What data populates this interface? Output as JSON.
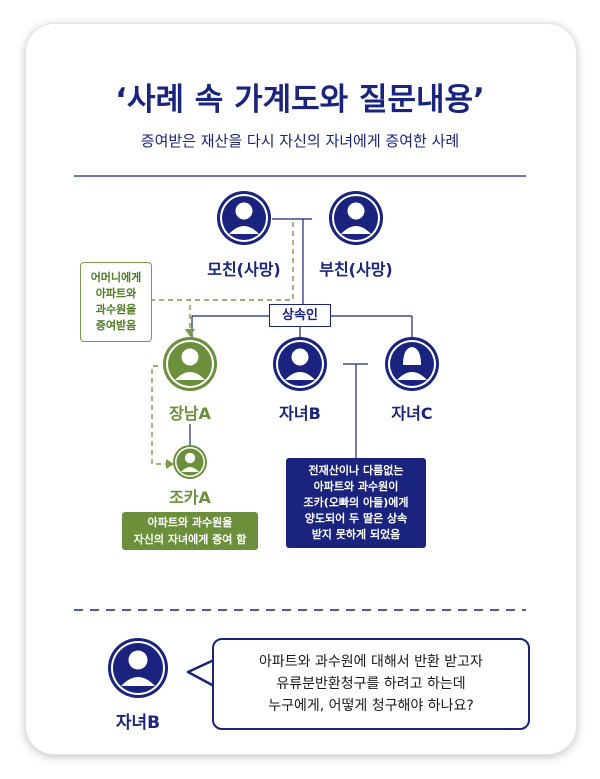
{
  "header": {
    "title": "‘사례 속 가계도와 질문내용’",
    "subtitle": "증여받은 재산을 다시 자신의 자녀에게 증여한 사례"
  },
  "people": {
    "mother": "모친(사망)",
    "father": "부친(사망)",
    "eldest_son": "장남A",
    "child_b": "자녀B",
    "child_c": "자녀C",
    "nephew": "조카A"
  },
  "tags": {
    "heir": "상속인"
  },
  "notes": {
    "gift_from_mother": "어머니에게\n아파트와\n과수원을\n증여받음",
    "gift_to_child": "아파트와 과수원을\n자신의 자녀에게 증여 함",
    "child_b_situation": "전재산이나 다름없는\n아파트와 과수원이\n조카(오빠의 아들)에게\n양도되어 두 딸은 상속\n받지 못하게 되었음"
  },
  "question": {
    "asker": "자녀B",
    "text": "아파트와 과수원에 대해서 반환 받고자\n유류분반환청구를 하려고 하는데\n누구에게, 어떻게 청구해야 하나요?"
  },
  "colors": {
    "navy": "#1a237e",
    "green": "#6b8f3a",
    "green_light": "#7a9a4a"
  }
}
